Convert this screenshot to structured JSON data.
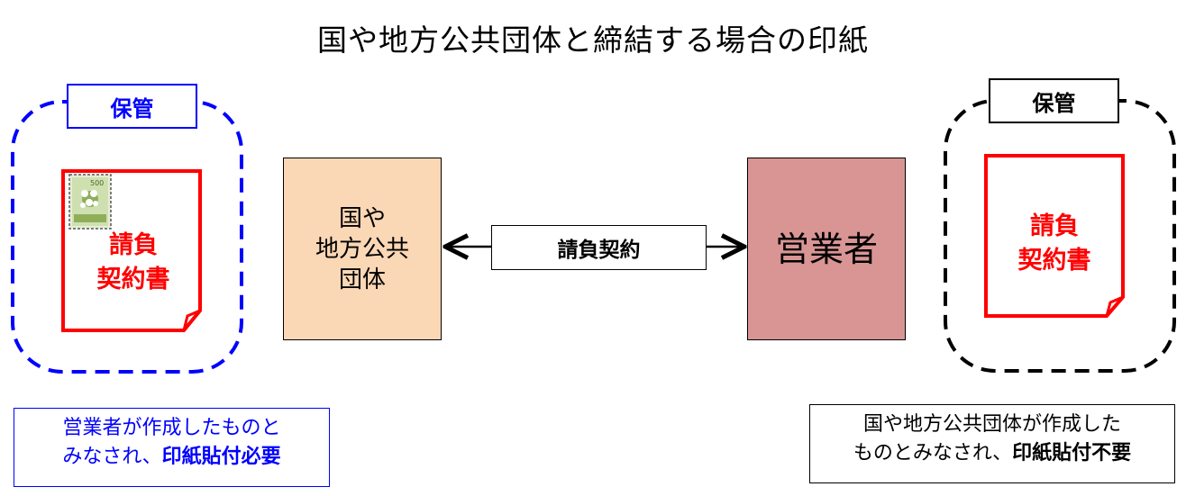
{
  "title": "国や地方公共団体と締結する場合の印紙",
  "left": {
    "storage_label": "保管",
    "doc_line1": "請負",
    "doc_line2": "契約書",
    "stamp_value": "500",
    "note_line1": "営業者が作成したものと",
    "note_line2_prefix": "みなされ、",
    "note_line2_bold": "印紙貼付必要"
  },
  "center": {
    "gov_line1": "国や",
    "gov_line2": "地方公共",
    "gov_line3": "団体",
    "contract_label": "請負契約",
    "contractor_label": "営業者"
  },
  "right": {
    "storage_label": "保管",
    "doc_line1": "請負",
    "doc_line2": "契約書",
    "note_line1": "国や地方公共団体が作成した",
    "note_line2_prefix": "ものとみなされ、",
    "note_line2_bold": "印紙貼付不要"
  },
  "colors": {
    "left_border": "#0000ff",
    "right_border": "#000000",
    "document_red": "#ff0000",
    "government_fill": "#fad7b5",
    "contractor_fill": "#d99594",
    "stamp_green": "#8fae5a"
  }
}
